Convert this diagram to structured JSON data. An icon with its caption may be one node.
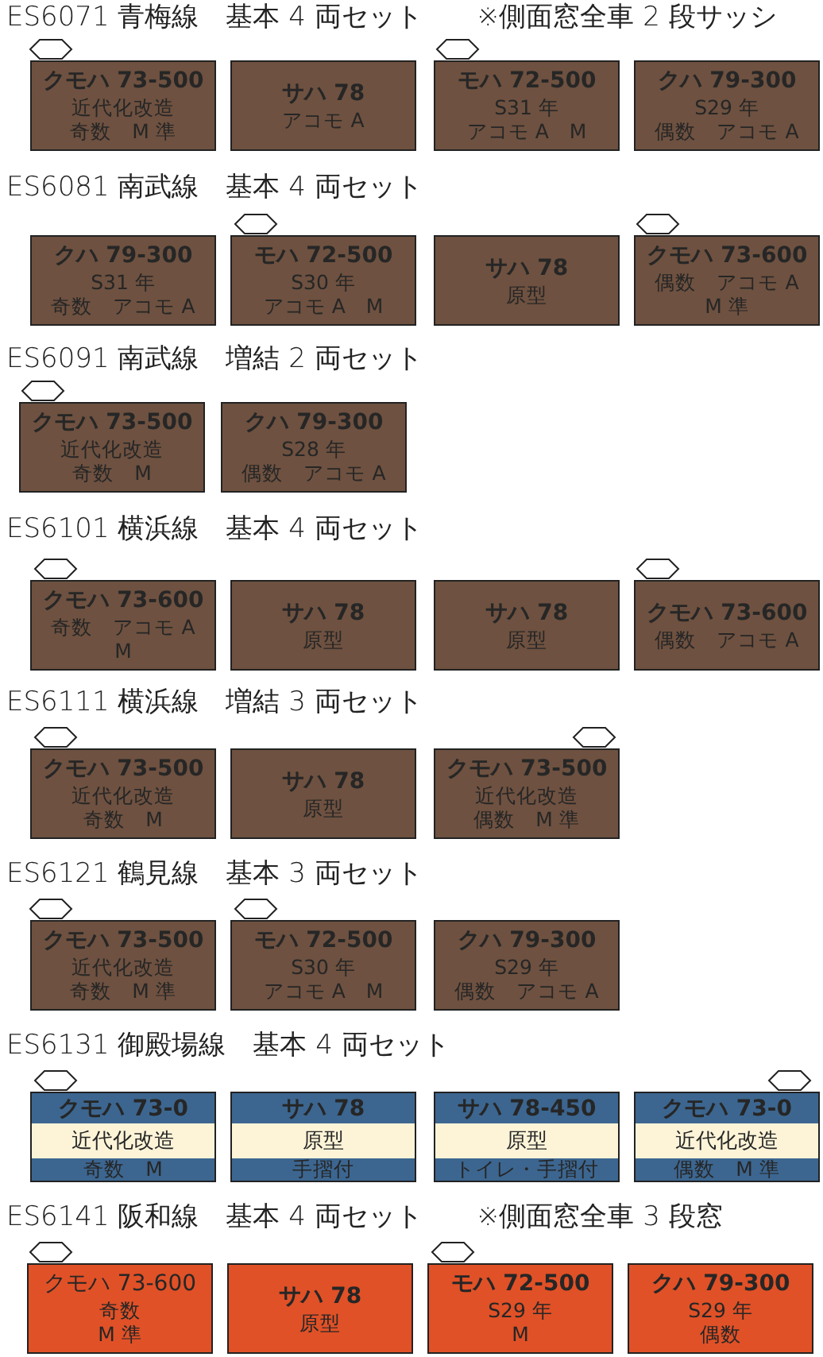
{
  "diagram": {
    "nodes": [
      {
        "text": [
          "クモハ 73-500",
          "近代化改造",
          "奇数　M 準"
        ]
      },
      {
        "text": [
          "サハ 78",
          "アコモ A"
        ]
      },
      {
        "text": [
          "モハ 72-500",
          "S31 年",
          "アコモ A　M"
        ]
      },
      {
        "text": [
          "クハ 79-300",
          "S29 年",
          "偶数　アコモ A"
        ]
      },
      {
        "text": [
          "クハ 79-300",
          "S31 年",
          "奇数　アコモ A"
        ]
      },
      {
        "text": [
          "モハ 72-500",
          "S30 年",
          "アコモ A　M"
        ]
      },
      {
        "text": [
          "サハ 78",
          "原型"
        ]
      },
      {
        "text": [
          "クモハ 73-600",
          "偶数　アコモ A",
          "M 準"
        ]
      },
      {
        "text": [
          "クモハ 73-500",
          "近代化改造",
          "奇数　M"
        ]
      },
      {
        "text": [
          "クハ 79-300",
          "S28 年",
          "偶数　アコモ A"
        ]
      },
      {
        "text": [
          "クモハ 73-600",
          "奇数　アコモ A",
          "M"
        ]
      },
      {
        "text": [
          "サハ 78",
          "原型"
        ]
      },
      {
        "text": [
          "サハ 78",
          "原型"
        ]
      },
      {
        "text": [
          "クモハ 73-600",
          "偶数　アコモ A"
        ]
      },
      {
        "text": [
          "クモハ 73-500",
          "近代化改造",
          "奇数　M"
        ]
      },
      {
        "text": [
          "サハ 78",
          "原型"
        ]
      },
      {
        "text": [
          "クモハ 73-500",
          "近代化改造",
          "偶数　M 準"
        ]
      },
      {
        "text": [
          "クモハ 73-500",
          "近代化改造",
          "奇数　M 準"
        ]
      },
      {
        "text": [
          "モハ 72-500",
          "S30 年",
          "アコモ A　M"
        ]
      },
      {
        "text": [
          "クハ 79-300",
          "S29 年",
          "偶数　アコモ A"
        ]
      },
      {
        "text": [
          "クモハ 73-0",
          "近代化改造",
          "奇数　M"
        ]
      },
      {
        "text": [
          "サハ 78",
          "原型",
          "手摺付"
        ]
      },
      {
        "text": [
          "サハ 78-450",
          "原型",
          "トイレ・手摺付"
        ]
      },
      {
        "text": [
          "クモハ 73-0",
          "近代化改造",
          "偶数　M 準"
        ]
      },
      {
        "text": [
          "クモハ 73-600",
          "奇数",
          "M 準"
        ]
      },
      {
        "text": [
          "サハ 78",
          "原型"
        ]
      },
      {
        "text": [
          "モハ 72-500",
          "S29 年",
          "M"
        ]
      },
      {
        "text": [
          "クハ 79-300",
          "S29 年",
          "偶数"
        ]
      }
    ],
    "labels": [
      "ES6071 青梅線　基本 4 両セット",
      "※側面窓全車 2 段サッシ",
      "ES6081 南武線　基本 4 両セット",
      "ES6091 南武線　増結 2 両セット",
      "ES6101 横浜線　基本 4 両セット",
      "ES6111 横浜線　増結 3 両セット",
      "ES6121 鶴見線　基本 3 両セット",
      "ES6131 御殿場線　基本 4 両セット",
      "ES6141 阪和線　基本 4 両セット",
      "※側面窓全車 3 段窓"
    ]
  }
}
